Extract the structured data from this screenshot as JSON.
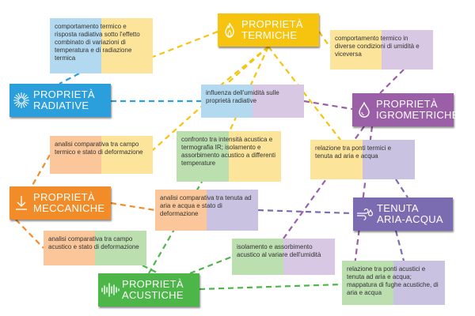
{
  "hubs": {
    "termiche": {
      "label": "PROPRIETÀ\nTERMICHE",
      "icon": "flame-icon",
      "color": "#f6c30f",
      "text_color": "#ffffff"
    },
    "radiative": {
      "label": "PROPRIETÀ\nRADIATIVE",
      "icon": "sunburst-icon",
      "color": "#2a9fdc",
      "text_color": "#ffffff"
    },
    "igrometriche": {
      "label": "PROPRIETÀ\nIGROMETRICHE",
      "icon": "water-drop-icon",
      "color": "#9b5fa8",
      "text_color": "#ffffff"
    },
    "meccaniche": {
      "label": "PROPRIETÀ\nMECCANICHE",
      "icon": "down-arrow-icon",
      "color": "#f28c28",
      "text_color": "#ffffff"
    },
    "tenuta": {
      "label": "TENUTA\nARIA-ACQUA",
      "icon": "wind-drops-icon",
      "color": "#7b6bb1",
      "text_color": "#ffffff"
    },
    "acustiche": {
      "label": "PROPRIETÀ\nACUSTICHE",
      "icon": "sound-wave-icon",
      "color": "#4cb648",
      "text_color": "#ffffff"
    }
  },
  "notes": {
    "termico_radiativo": "comportamento termico e risposta radiativa sotto l'effetto combinato di variazioni di temperatura e di radiazione termica",
    "termico_umidita": "comportamento termico in diverse condizioni di umidità e viceversa",
    "umidita_radiative": "influenza dell'umidità sulle proprietà radiative",
    "campo_termico": "analisi comparativa tra campo termico e stato di deformazione",
    "acustica_termografia": "confronto tra intensità acustica e termografia IR; isolamento e assorbimento acustico a differenti temperature",
    "ponti_termici": "relazione tra ponti termici e tenuta ad aria e acqua",
    "tenuta_deformazione": "analisi comparativa tra tenuta ad aria e acqua e stato di deformazione",
    "campo_acustico": "analisi comparativa tra campo acustico e stato di deformazione",
    "isolamento_umidita": "isolamento e assorbimento acustico al variare dell'umidità",
    "ponti_acustici": "relazione tra ponti acustici e tenuta ad aria e acqua; mappatura di fughe acustiche, di aria e acqua"
  },
  "palette": {
    "light_blue": "#b3d9f0",
    "light_yellow": "#fce59a",
    "light_purple": "#d8c8e4",
    "light_orange": "#fbc79a",
    "light_green": "#bcdfb0",
    "light_violet": "#c9c2e0"
  }
}
